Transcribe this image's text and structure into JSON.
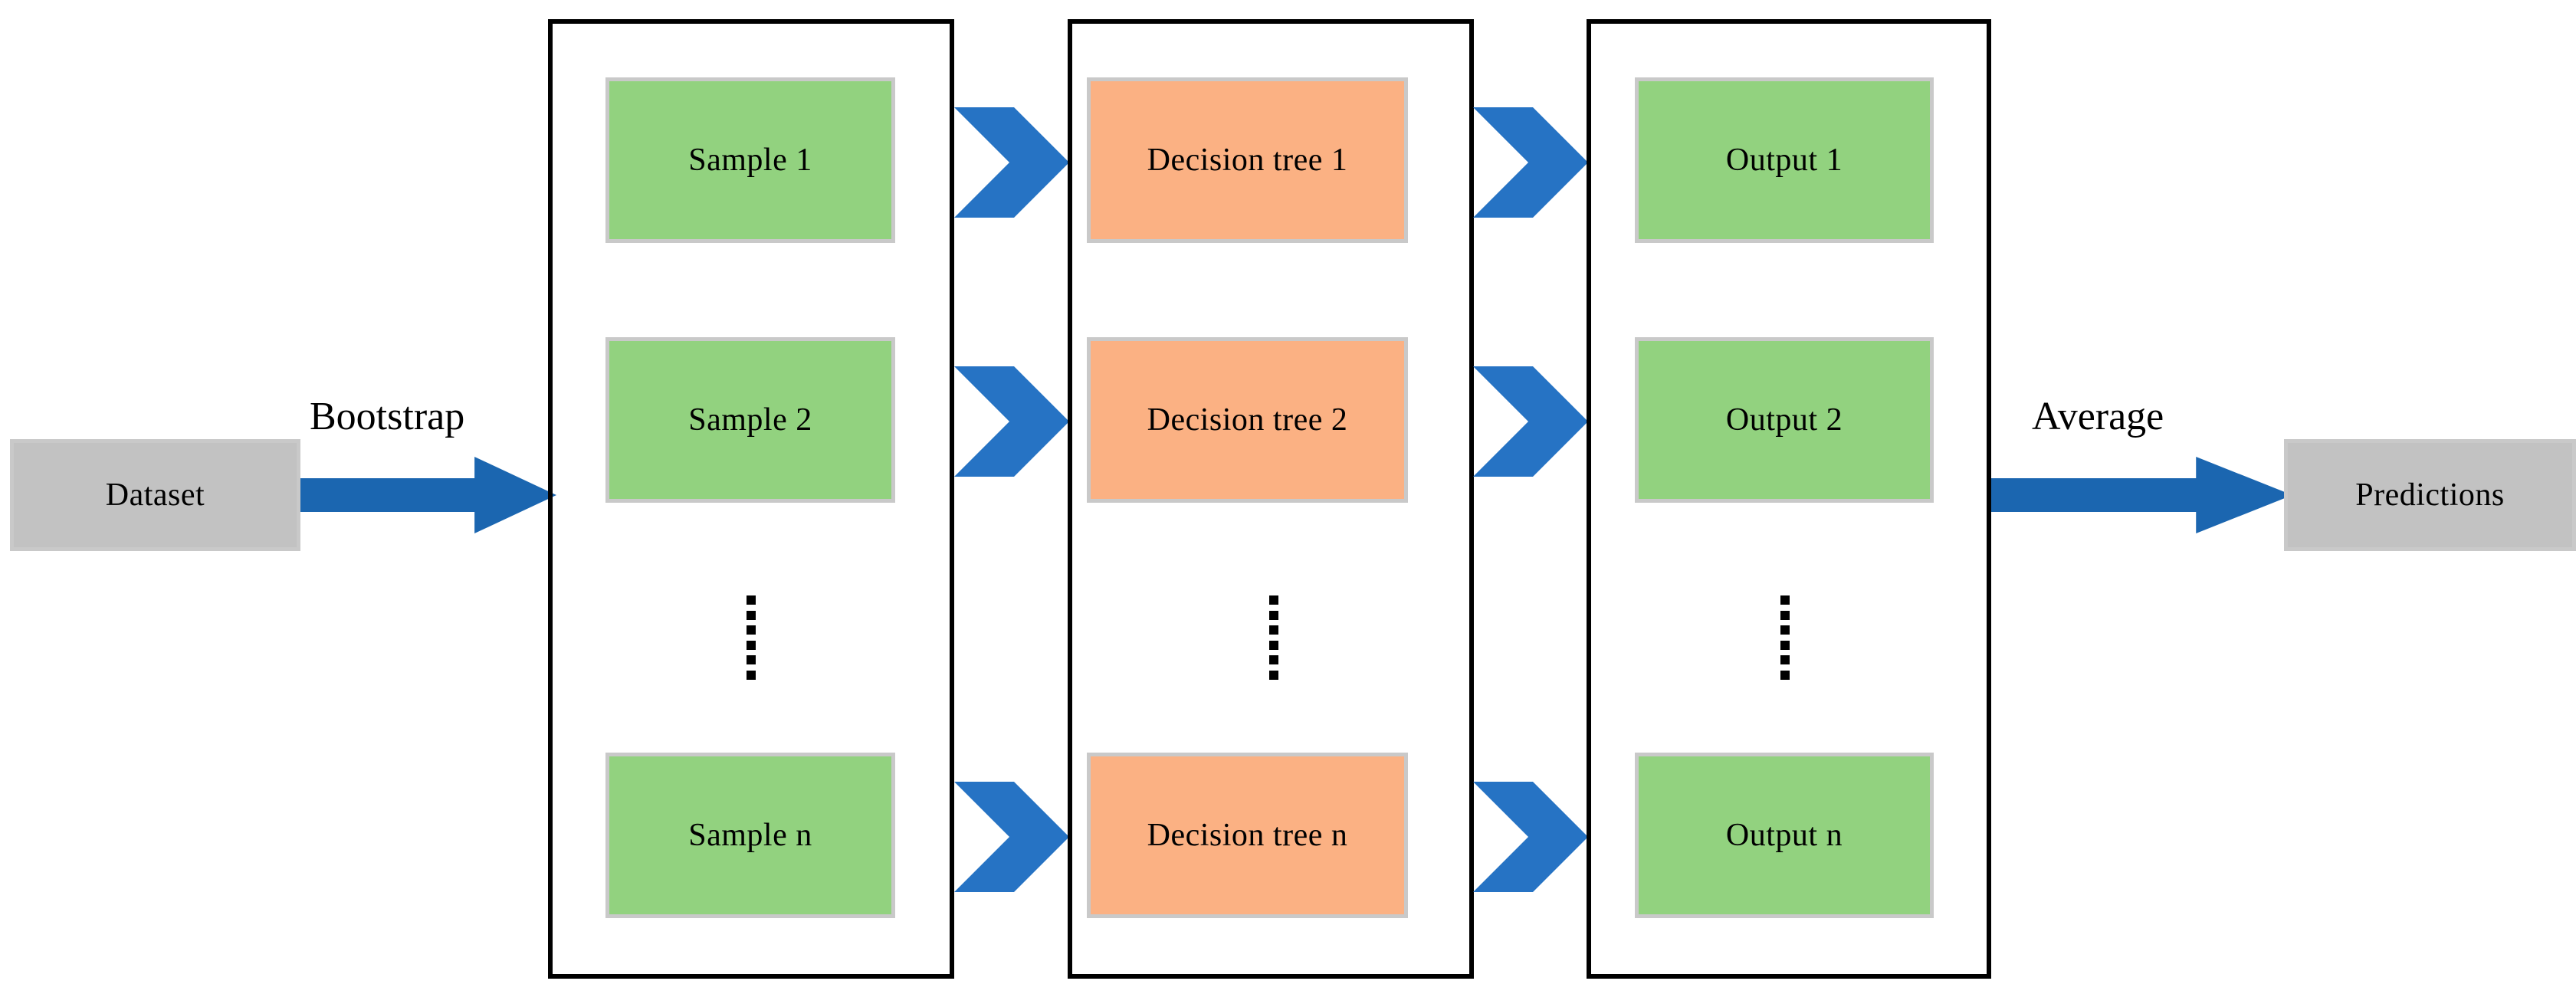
{
  "diagram": {
    "title": "Random Forest ensemble flow diagram",
    "background_color": "#ffffff"
  },
  "colors": {
    "sample_box": "#92d27f",
    "tree_box": "#fbb183",
    "output_box": "#92d27f",
    "terminal_box": "#c2c2c2",
    "chevron_arrow": "#2673c4",
    "block_arrow": "#1b66b0",
    "frame_border": "#000000",
    "box_border": "#c9c9c9",
    "text": "#000000"
  },
  "input": {
    "label": "Dataset"
  },
  "output": {
    "label": "Predictions"
  },
  "edge_labels": {
    "bootstrap": "Bootstrap",
    "average": "Average"
  },
  "columns": [
    {
      "name": "samples",
      "nodes": [
        {
          "label": "Sample 1"
        },
        {
          "label": "Sample 2"
        },
        {
          "label": "Sample n"
        }
      ],
      "ellipsis": "vertical-dots"
    },
    {
      "name": "decision-trees",
      "nodes": [
        {
          "label": "Decision tree 1"
        },
        {
          "label": "Decision tree 2"
        },
        {
          "label": "Decision tree n"
        }
      ],
      "ellipsis": "vertical-dots"
    },
    {
      "name": "outputs",
      "nodes": [
        {
          "label": "Output 1"
        },
        {
          "label": "Output 2"
        },
        {
          "label": "Output n"
        }
      ],
      "ellipsis": "vertical-dots"
    }
  ],
  "icons": {
    "chevron": "chevron-right-icon",
    "block_arrow": "right-block-arrow-icon",
    "dots": "vertical-ellipsis-icon"
  }
}
